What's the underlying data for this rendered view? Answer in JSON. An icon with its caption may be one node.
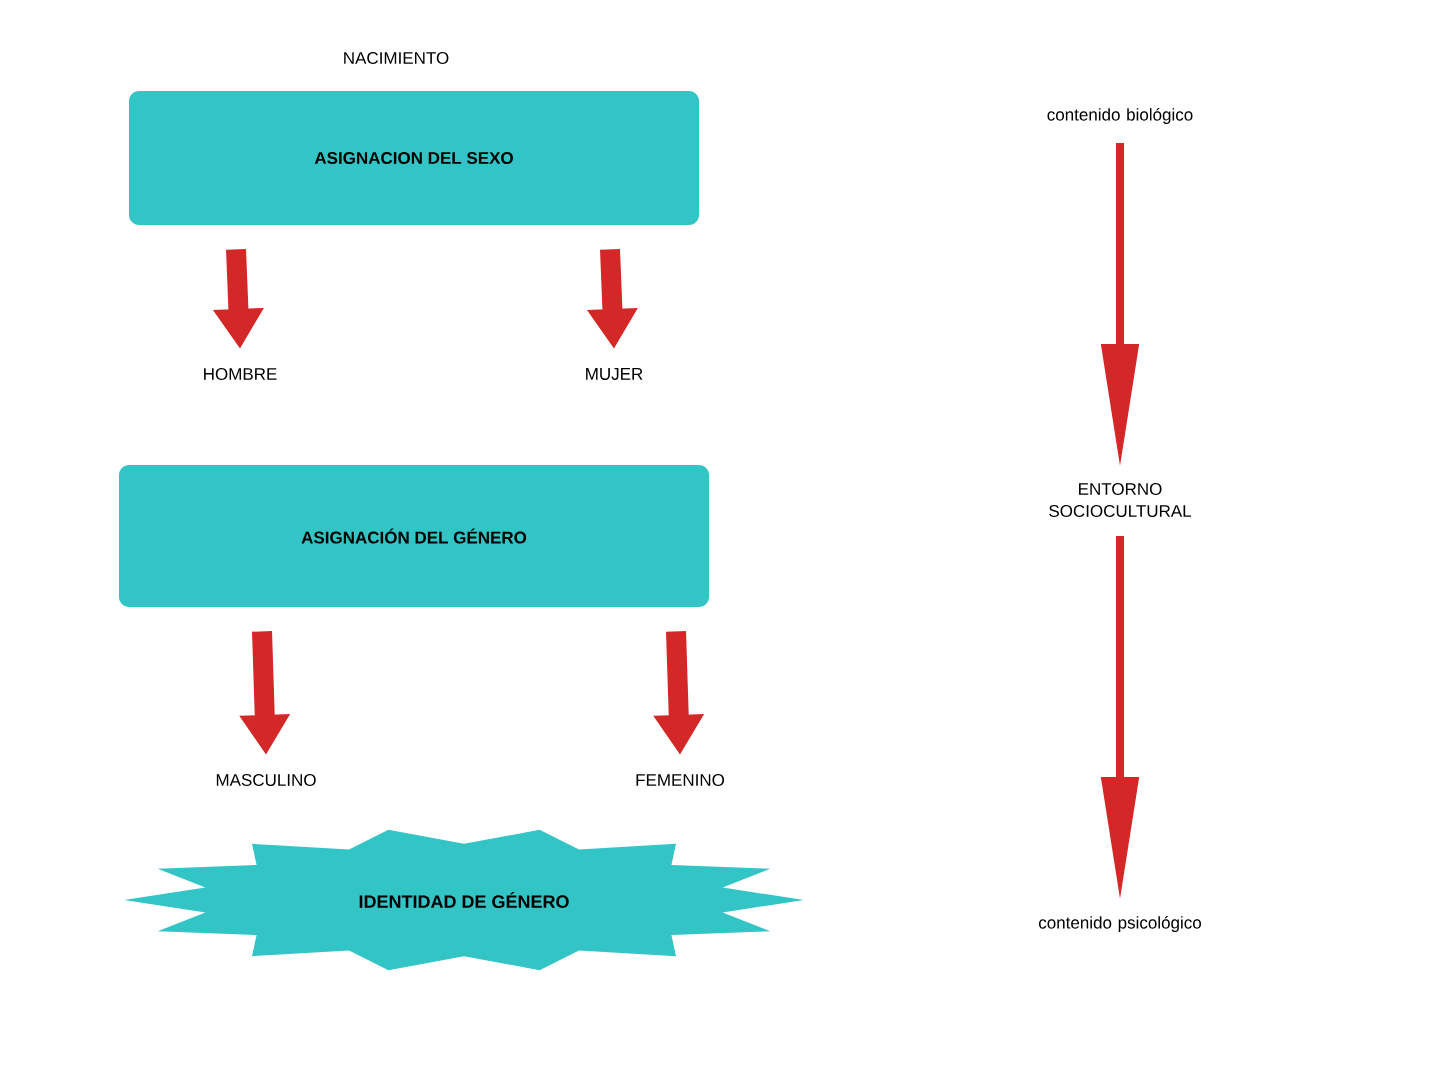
{
  "diagram": {
    "nodes": [
      {
        "text": [
          "NACIMIENTO",
          "ASIGNACION DEL SEXO"
        ]
      },
      {
        "text": [
          "HOMBRE"
        ]
      },
      {
        "text": [
          "MUJER"
        ]
      },
      {
        "text": [
          "ASIGNACIÓN DEL GÉNERO"
        ]
      },
      {
        "text": [
          "MASCULINO"
        ]
      },
      {
        "text": [
          "FEMENINO"
        ]
      },
      {
        "text": [
          "IDENTIDAD DE GÉNERO"
        ]
      },
      {
        "text": [
          "contenido biológico"
        ]
      },
      {
        "text": [
          "ENTORNO SOCIOCULTURAL"
        ]
      },
      {
        "text": [
          "contenido psicológico"
        ]
      }
    ],
    "edges": [
      {
        "from": 0,
        "to": 1,
        "arrow": "to"
      },
      {
        "from": 0,
        "to": 2,
        "arrow": "to"
      },
      {
        "from": 3,
        "to": 4,
        "arrow": "to"
      },
      {
        "from": 3,
        "to": 5,
        "arrow": "to"
      },
      {
        "from": 7,
        "to": 8,
        "arrow": "to"
      },
      {
        "from": 8,
        "to": 9,
        "arrow": "to"
      }
    ]
  }
}
